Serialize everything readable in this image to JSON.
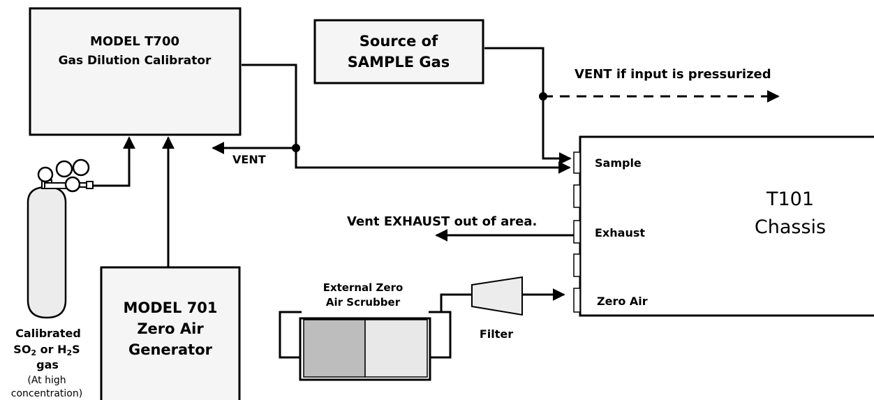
{
  "calibrator": {
    "line1": "MODEL T700",
    "line2": "Gas Dilution Calibrator"
  },
  "sample_source": {
    "line1": "Source of",
    "line2": "SAMPLE Gas"
  },
  "vent_pressurized": "VENT if input is pressurized",
  "vent_label": "VENT",
  "chassis": {
    "line1": "T101",
    "line2": "Chassis"
  },
  "ports": {
    "sample": "Sample",
    "exhaust": "Exhaust",
    "zero_air": "Zero Air"
  },
  "vent_exhaust": "Vent EXHAUST out of area.",
  "scrubber": {
    "line1": "External Zero",
    "line2": "Air Scrubber"
  },
  "filter_label": "Filter",
  "zero_air_generator": {
    "line1": "MODEL 701",
    "line2": "Zero Air",
    "line3": "Generator"
  },
  "cylinder": {
    "line1": "Calibrated",
    "line2_a": "SO",
    "line2_sub1": "2",
    "line2_b": " or H",
    "line2_sub2": "2",
    "line2_c": "S",
    "line3": "gas",
    "line4": "(At high",
    "line5": "concentration)"
  }
}
